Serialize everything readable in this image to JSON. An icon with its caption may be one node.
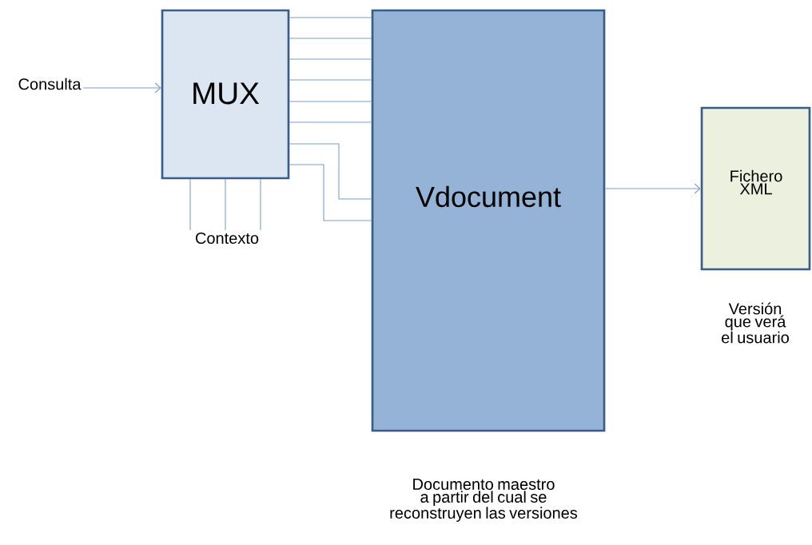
{
  "diagram": {
    "nodes": [
      {
        "text": [
          "Consulta"
        ]
      },
      {
        "text": [
          "MUX"
        ]
      },
      {
        "text": [
          "Vdocument"
        ],
        "beside": [
          "Documento maestro a partir del cual se reconstruyen las versiones"
        ]
      },
      {
        "text": [
          "Fichero XML"
        ],
        "beside": [
          "Versión que verá el usuario"
        ]
      },
      {
        "text": [
          "Contexto"
        ]
      }
    ],
    "edges": [
      {
        "from": 0,
        "to": 1,
        "arrow": "to"
      },
      {
        "from": 1,
        "to": 2,
        "arrow": "none"
      },
      {
        "from": 1,
        "to": 2,
        "arrow": "none"
      },
      {
        "from": 1,
        "to": 2,
        "arrow": "none"
      },
      {
        "from": 1,
        "to": 2,
        "arrow": "none"
      },
      {
        "from": 1,
        "to": 2,
        "arrow": "none"
      },
      {
        "from": 1,
        "to": 2,
        "arrow": "none"
      },
      {
        "from": 1,
        "to": 2,
        "arrow": "none"
      },
      {
        "from": 1,
        "to": 2,
        "arrow": "none"
      },
      {
        "from": 4,
        "to": 1,
        "arrow": "none"
      },
      {
        "from": 4,
        "to": 1,
        "arrow": "none"
      },
      {
        "from": 4,
        "to": 1,
        "arrow": "none"
      },
      {
        "from": 2,
        "to": 3,
        "arrow": "to"
      }
    ]
  }
}
